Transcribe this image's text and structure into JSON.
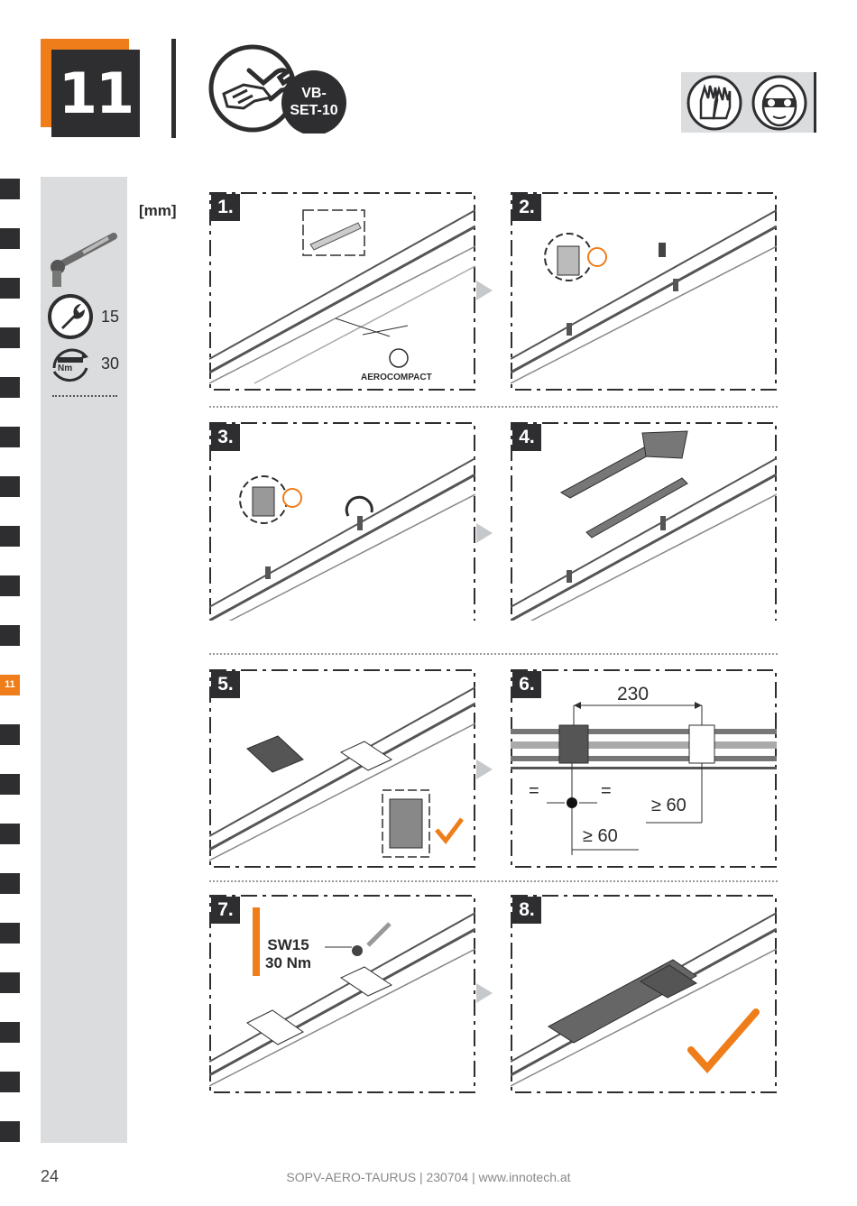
{
  "header": {
    "step_number": "11",
    "tool_set_label_line1": "VB-",
    "tool_set_label_line2": "SET-10"
  },
  "sidebar": {
    "active_index": "11",
    "wrench_size": "15",
    "torque_value": "30",
    "torque_unit": "Nm"
  },
  "unit_label": "[mm]",
  "panels": [
    {
      "number": "1.",
      "note": "AEROCOMPACT"
    },
    {
      "number": "2."
    },
    {
      "number": "3."
    },
    {
      "number": "4."
    },
    {
      "number": "5."
    },
    {
      "number": "6.",
      "dim_spacing": "230",
      "dim_min_1": "≥ 60",
      "dim_min_2": "≥ 60",
      "equal_sign": "="
    },
    {
      "number": "7.",
      "callout_line1": "SW15",
      "callout_line2": "30 Nm"
    },
    {
      "number": "8."
    }
  ],
  "colors": {
    "accent": "#ee7d1a",
    "dark": "#2e2e30",
    "panel_grey": "#dadcde"
  },
  "footer": {
    "page_number": "24",
    "document": "SOPV-AERO-TAURUS | 230704 | www.innotech.at"
  }
}
